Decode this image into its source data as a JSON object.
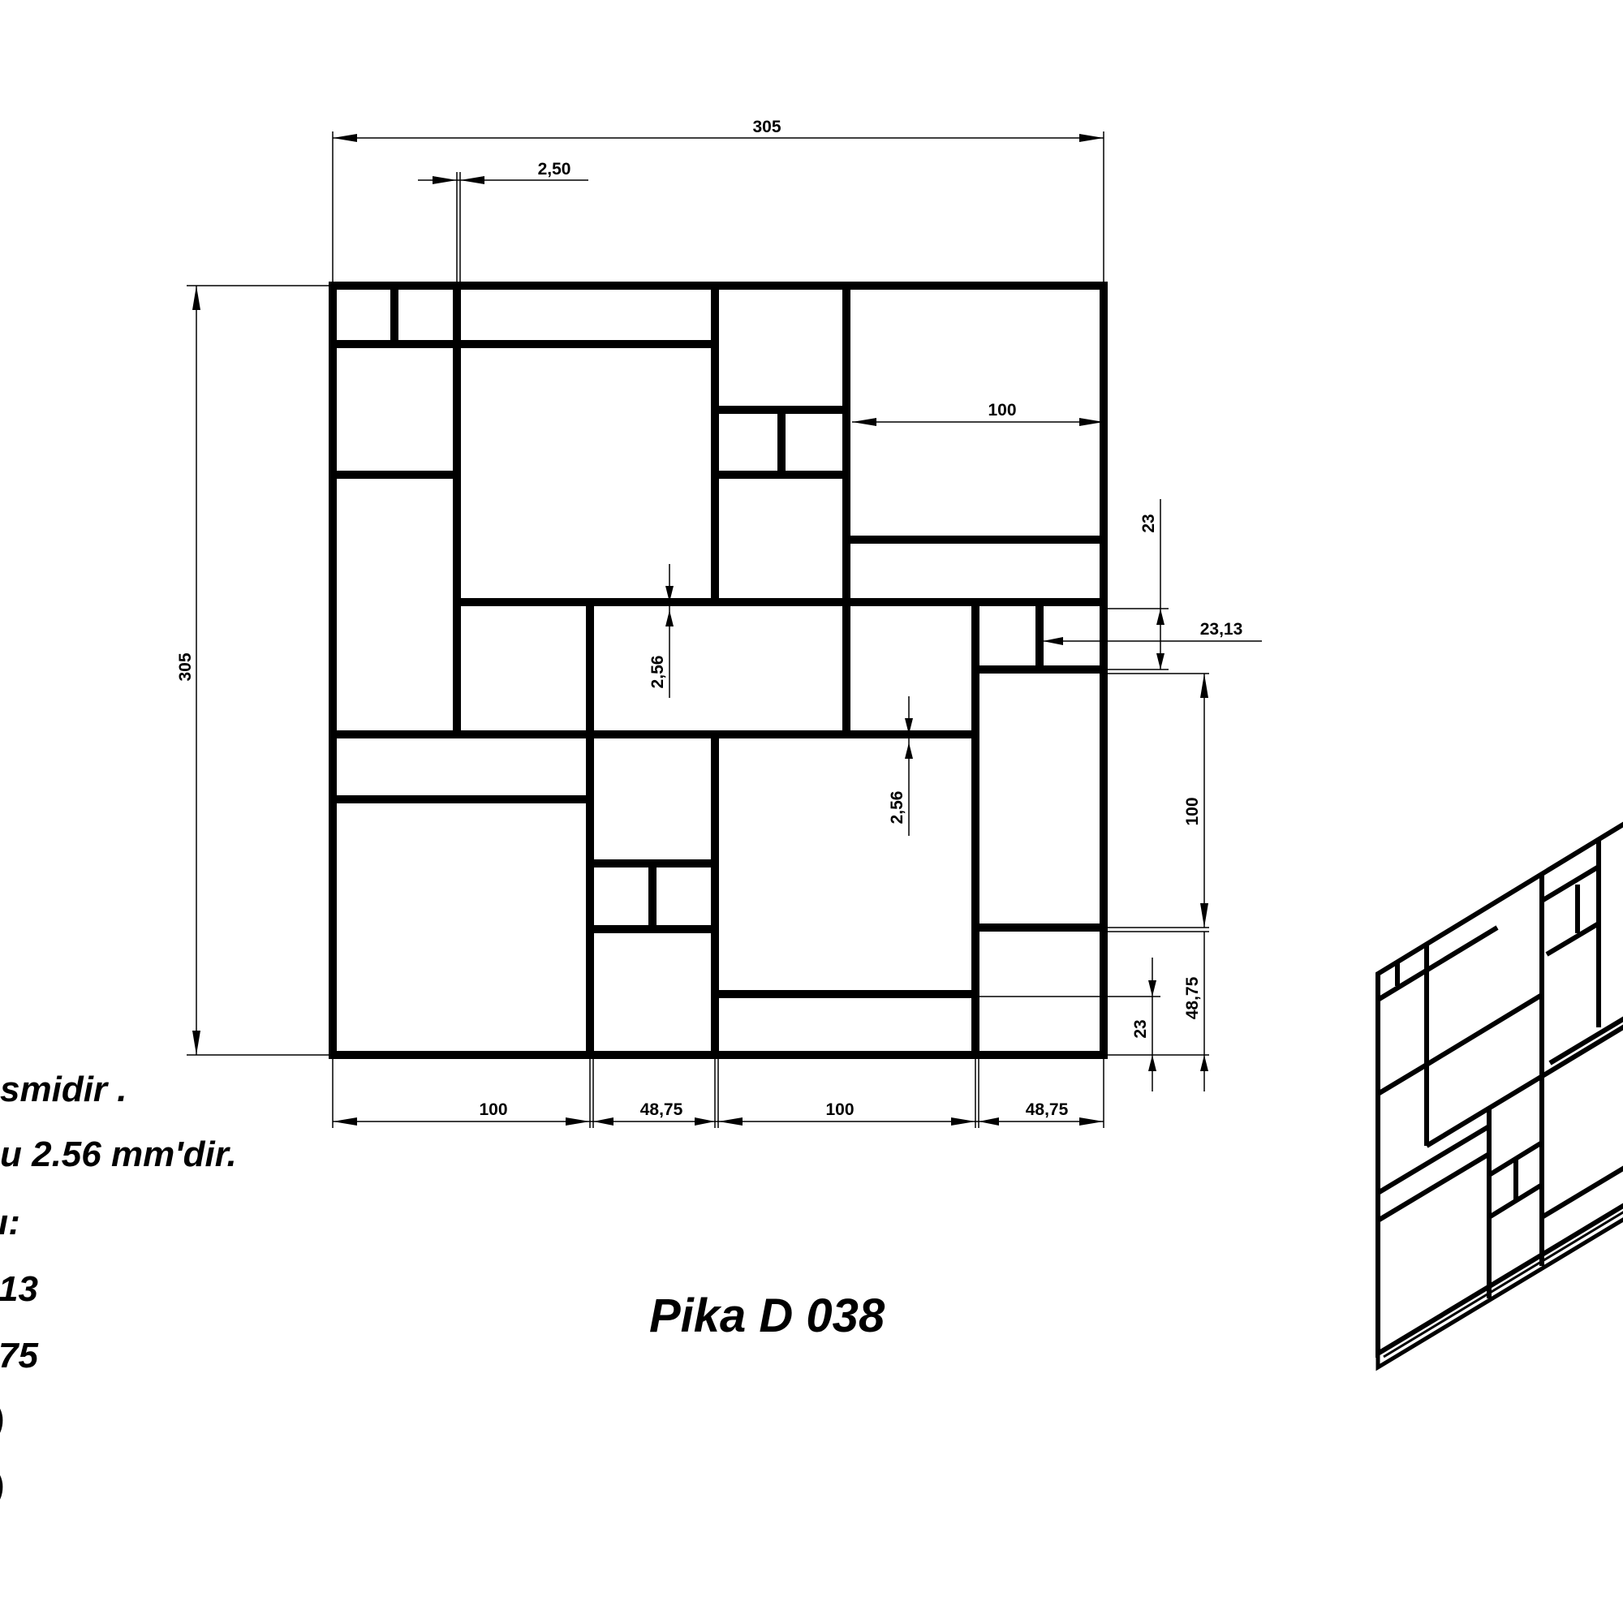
{
  "title": "Pika D 038",
  "notes": [
    "smidir .",
    "u 2.56 mm'dir.",
    "ı:",
    "13",
    "75",
    ")",
    ")"
  ],
  "dimensions": {
    "overall_width": "305",
    "overall_height": "305",
    "gap": "2,50",
    "inner_width_100": "100",
    "bar_23_top": "23",
    "bar_23_13": "23,13",
    "bar_2_56_a": "2,56",
    "bar_2_56_b": "2,56",
    "right_100": "100",
    "right_48_75": "48,75",
    "right_23": "23",
    "bottom_100_a": "100",
    "bottom_48_75_a": "48,75",
    "bottom_100_b": "100",
    "bottom_48_75_b": "48,75"
  }
}
